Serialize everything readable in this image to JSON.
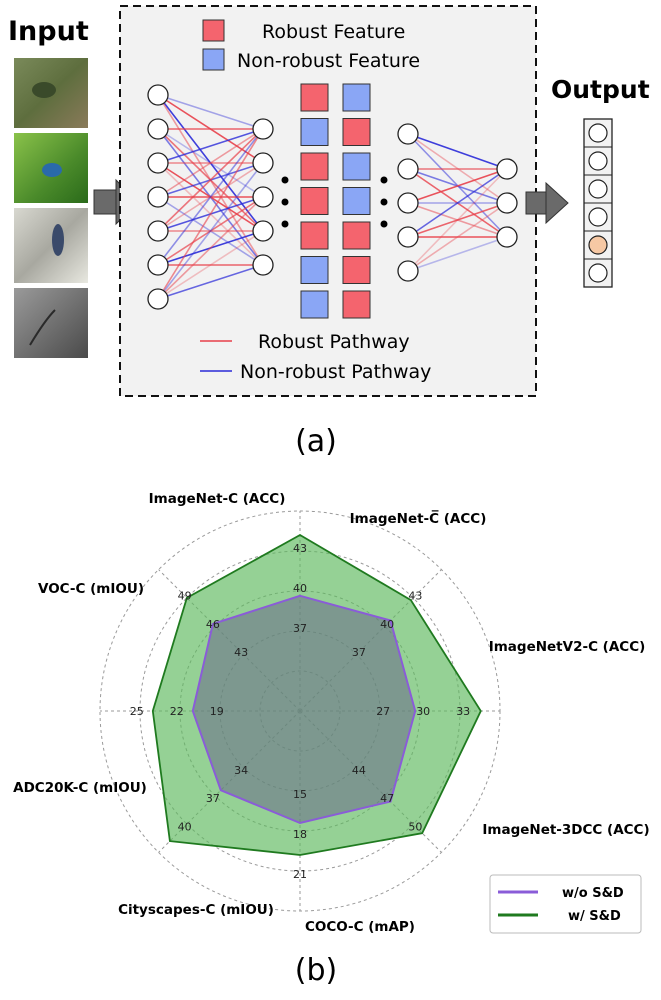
{
  "diagram": {
    "input_label": "Input",
    "output_label": "Output",
    "legend_features": [
      "Robust Feature",
      "Non-robust Feature"
    ],
    "legend_pathways": [
      "Robust Pathway",
      "Non-robust Pathway"
    ],
    "panel_a": "(a)",
    "panel_b": "(b)",
    "colors": {
      "robust": "#f4646e",
      "nonrobust": "#8aa6f5",
      "robust_line": "#e8404a",
      "nonrobust_line": "#2a2ad8",
      "output_active": "#f6c8a4"
    },
    "feature_columns": [
      [
        "robust",
        "nonrobust",
        "robust",
        "robust",
        "robust",
        "nonrobust",
        "nonrobust"
      ],
      [
        "nonrobust",
        "robust",
        "nonrobust",
        "nonrobust",
        "robust",
        "robust",
        "robust"
      ]
    ],
    "output_active_index": 4
  },
  "chart_data": {
    "type": "radar",
    "axes": [
      {
        "label": "ImageNet-C (ACC)",
        "ticks": [
          "37",
          "40",
          "43"
        ]
      },
      {
        "label": "ImageNet-C̅ (ACC)",
        "ticks": [
          "37",
          "40",
          "43"
        ]
      },
      {
        "label": "ImageNetV2-C (ACC)",
        "ticks": [
          "27",
          "30",
          "33"
        ]
      },
      {
        "label": "ImageNet-3DCC (ACC)",
        "ticks": [
          "44",
          "47",
          "50"
        ]
      },
      {
        "label": "COCO-C (mAP)",
        "ticks": [
          "15",
          "18",
          "21"
        ]
      },
      {
        "label": "Cityscapes-C (mIOU)",
        "ticks": [
          "34",
          "37",
          "40"
        ]
      },
      {
        "label": "ADC20K-C (mIOU)",
        "ticks": [
          "19",
          "22",
          "25"
        ]
      },
      {
        "label": "VOC-C (mIOU)",
        "ticks": [
          "43",
          "46",
          "49"
        ]
      }
    ],
    "series": [
      {
        "name": "w/o S&D",
        "color": "#8a5cd8",
        "radius": [
          0.72,
          0.8,
          0.72,
          0.8,
          0.7,
          0.7,
          0.67,
          0.77
        ]
      },
      {
        "name": "w/ S&D",
        "color": "#1f7a1f",
        "fill": "#5cb85c",
        "radius": [
          1.1,
          0.98,
          1.13,
          1.08,
          0.9,
          1.15,
          0.92,
          1.0
        ]
      }
    ],
    "grid": true,
    "legend": "bottom-right"
  }
}
